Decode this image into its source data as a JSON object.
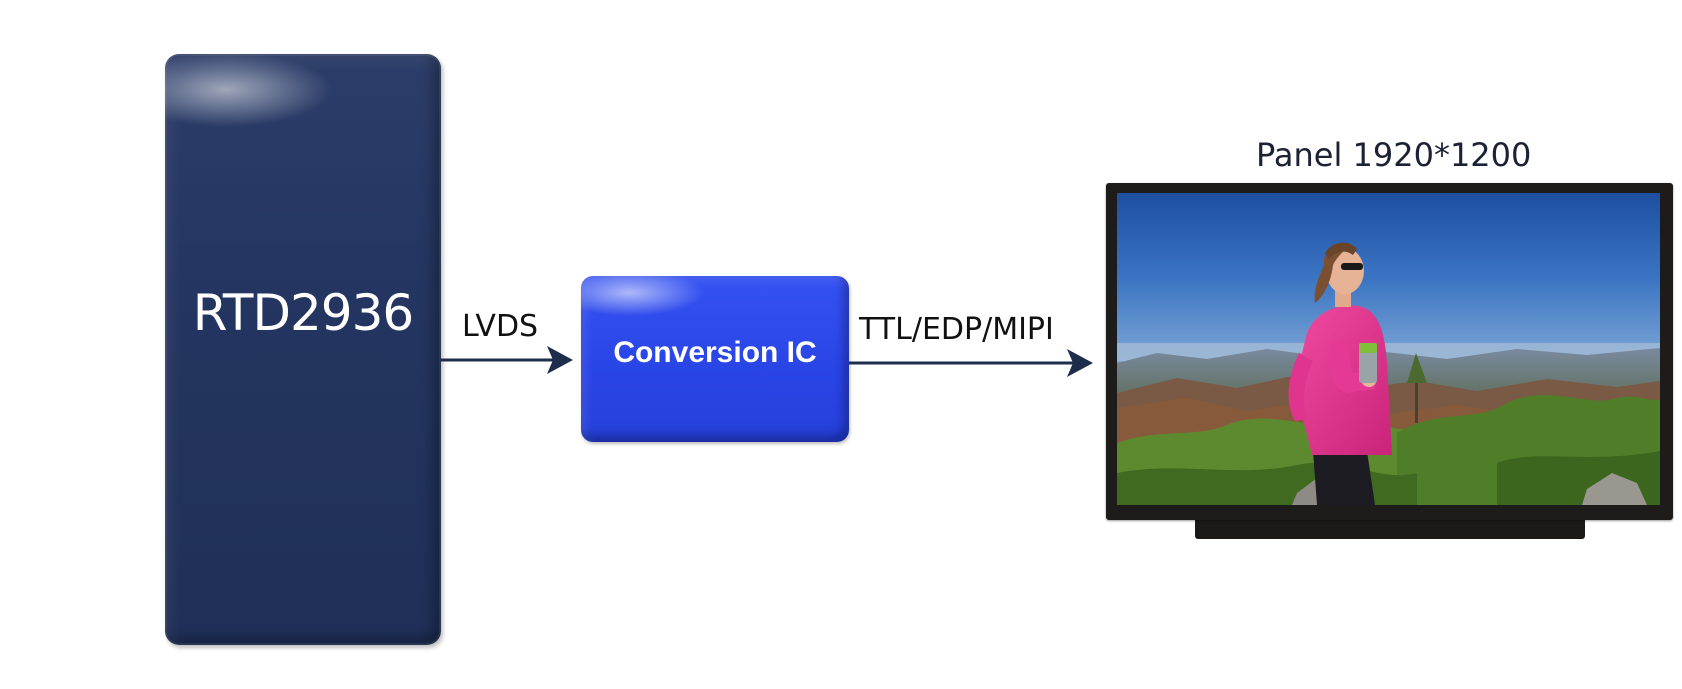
{
  "blocks": {
    "main_chip": {
      "label": "RTD2936"
    },
    "conversion_ic": {
      "label": "Conversion IC"
    }
  },
  "links": {
    "lvds": {
      "label": "LVDS"
    },
    "output": {
      "label": "TTL/EDP/MIPI"
    }
  },
  "panel": {
    "title": "Panel 1920*1200"
  },
  "colors": {
    "main_chip": "#243561",
    "conversion_ic": "#2a45e6",
    "arrow": "#1f2d4c",
    "panel_bezel": "#1e1b1b"
  }
}
